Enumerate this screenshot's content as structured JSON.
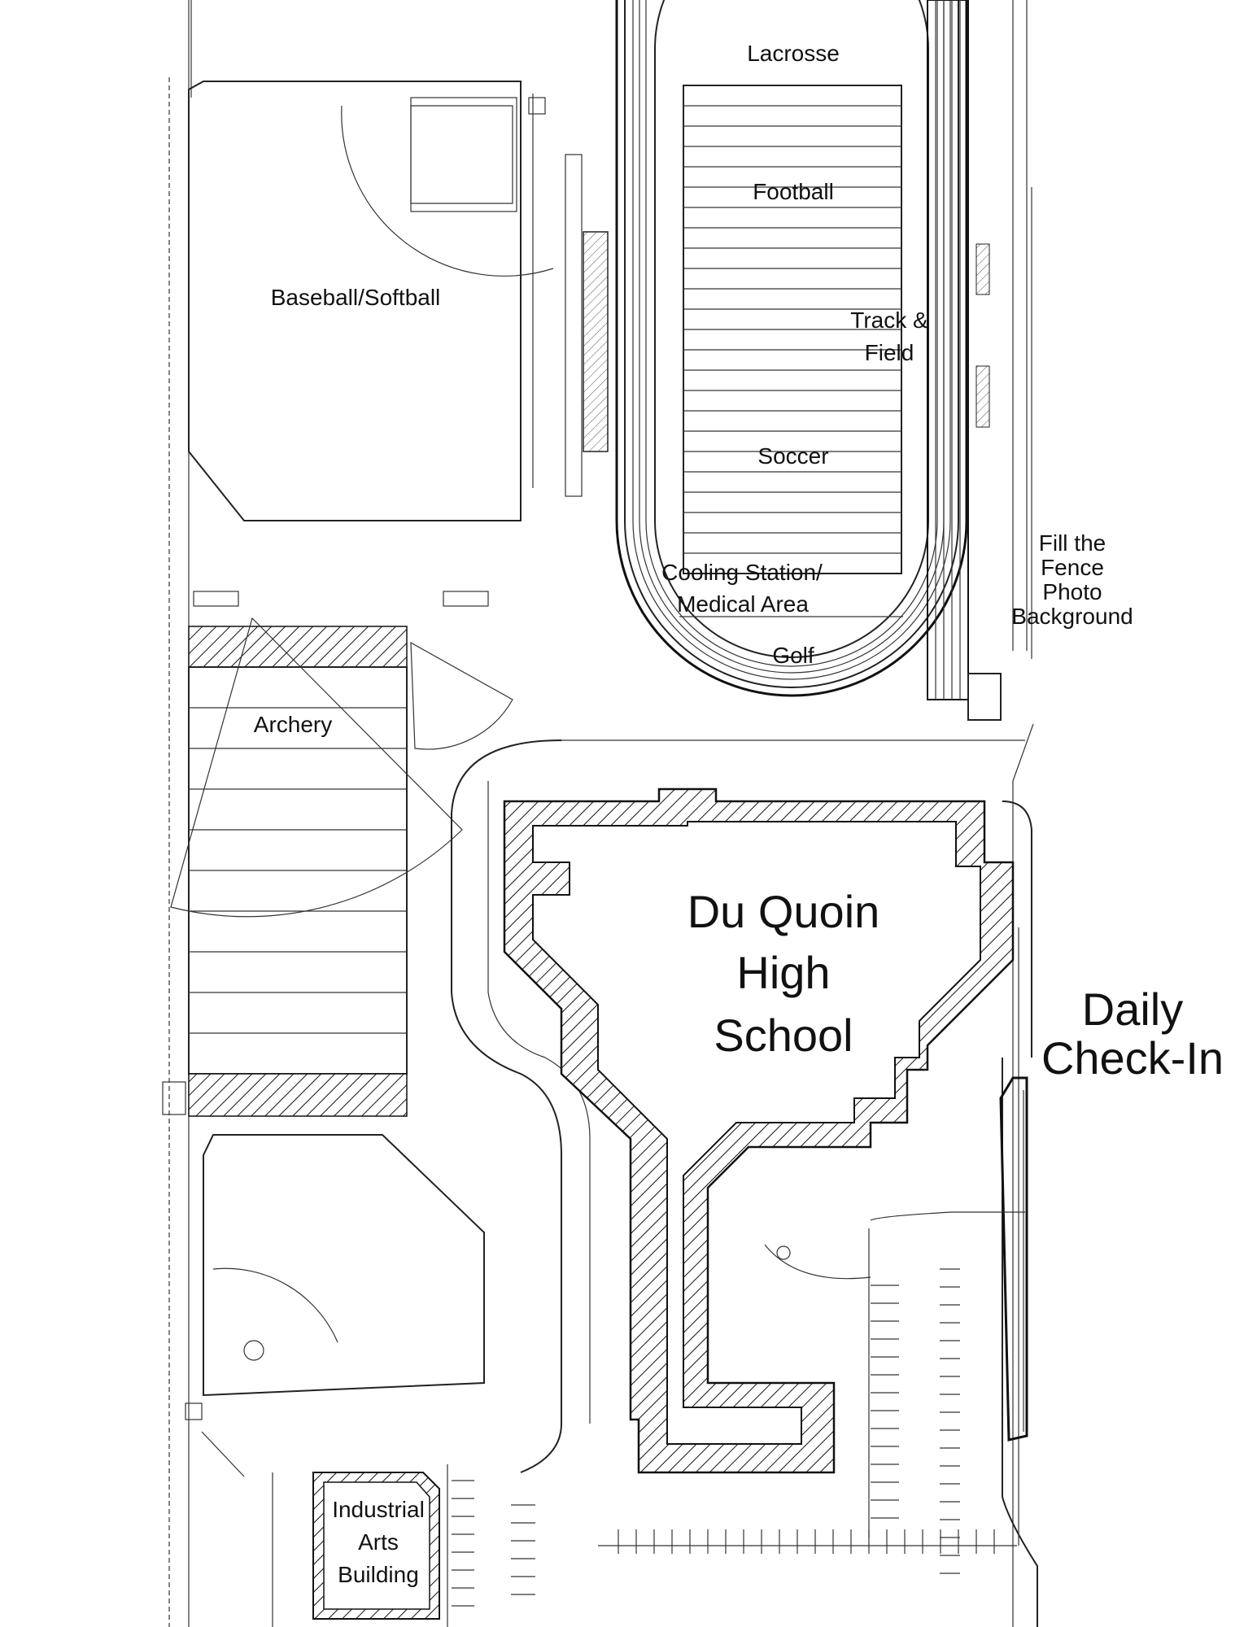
{
  "labels": {
    "lacrosse": "Lacrosse",
    "football": "Football",
    "track_field_1": "Track &",
    "track_field_2": "Field",
    "soccer": "Soccer",
    "cooling_1": "Cooling Station/",
    "cooling_2": "Medical Area",
    "golf": "Golf",
    "baseball": "Baseball/Softball",
    "archery": "Archery",
    "fill_fence_1": "Fill the",
    "fill_fence_2": "Fence",
    "fill_fence_3": "Photo",
    "fill_fence_4": "Background",
    "school_1": "Du Quoin",
    "school_2": "High",
    "school_3": "School",
    "checkin_1": "Daily",
    "checkin_2": "Check-In",
    "industrial_1": "Industrial",
    "industrial_2": "Arts",
    "industrial_3": "Building"
  },
  "colors": {
    "line": "#222222",
    "background": "#ffffff"
  }
}
